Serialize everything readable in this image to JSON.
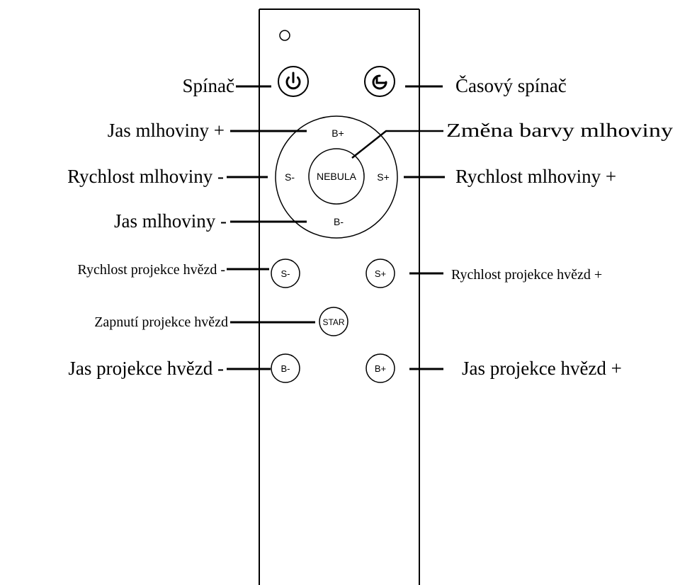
{
  "remote": {
    "buttons": {
      "power": "power-icon",
      "timer": "timer-icon",
      "nebula_b_plus": "B+",
      "nebula_b_minus": "B-",
      "nebula_s_minus": "S-",
      "nebula_s_plus": "S+",
      "nebula_center": "NEBULA",
      "star_s_minus": "S-",
      "star_s_plus": "S+",
      "star": "STAR",
      "star_b_minus": "B-",
      "star_b_plus": "B+"
    }
  },
  "labels": {
    "power": "Spínač",
    "timer": "Časový spínač",
    "nebula_brightness_plus": "Jas mlhoviny +",
    "nebula_color_change": "Změna barvy mlhoviny",
    "nebula_speed_minus": "Rychlost mlhoviny -",
    "nebula_speed_plus": "Rychlost mlhoviny +",
    "nebula_brightness_minus": "Jas mlhoviny -",
    "star_speed_minus": "Rychlost projekce hvězd -",
    "star_speed_plus": "Rychlost projekce hvězd +",
    "star_on": "Zapnutí projekce hvězd",
    "star_brightness_minus": "Jas projekce hvězd -",
    "star_brightness_plus": "Jas projekce hvězd +"
  }
}
